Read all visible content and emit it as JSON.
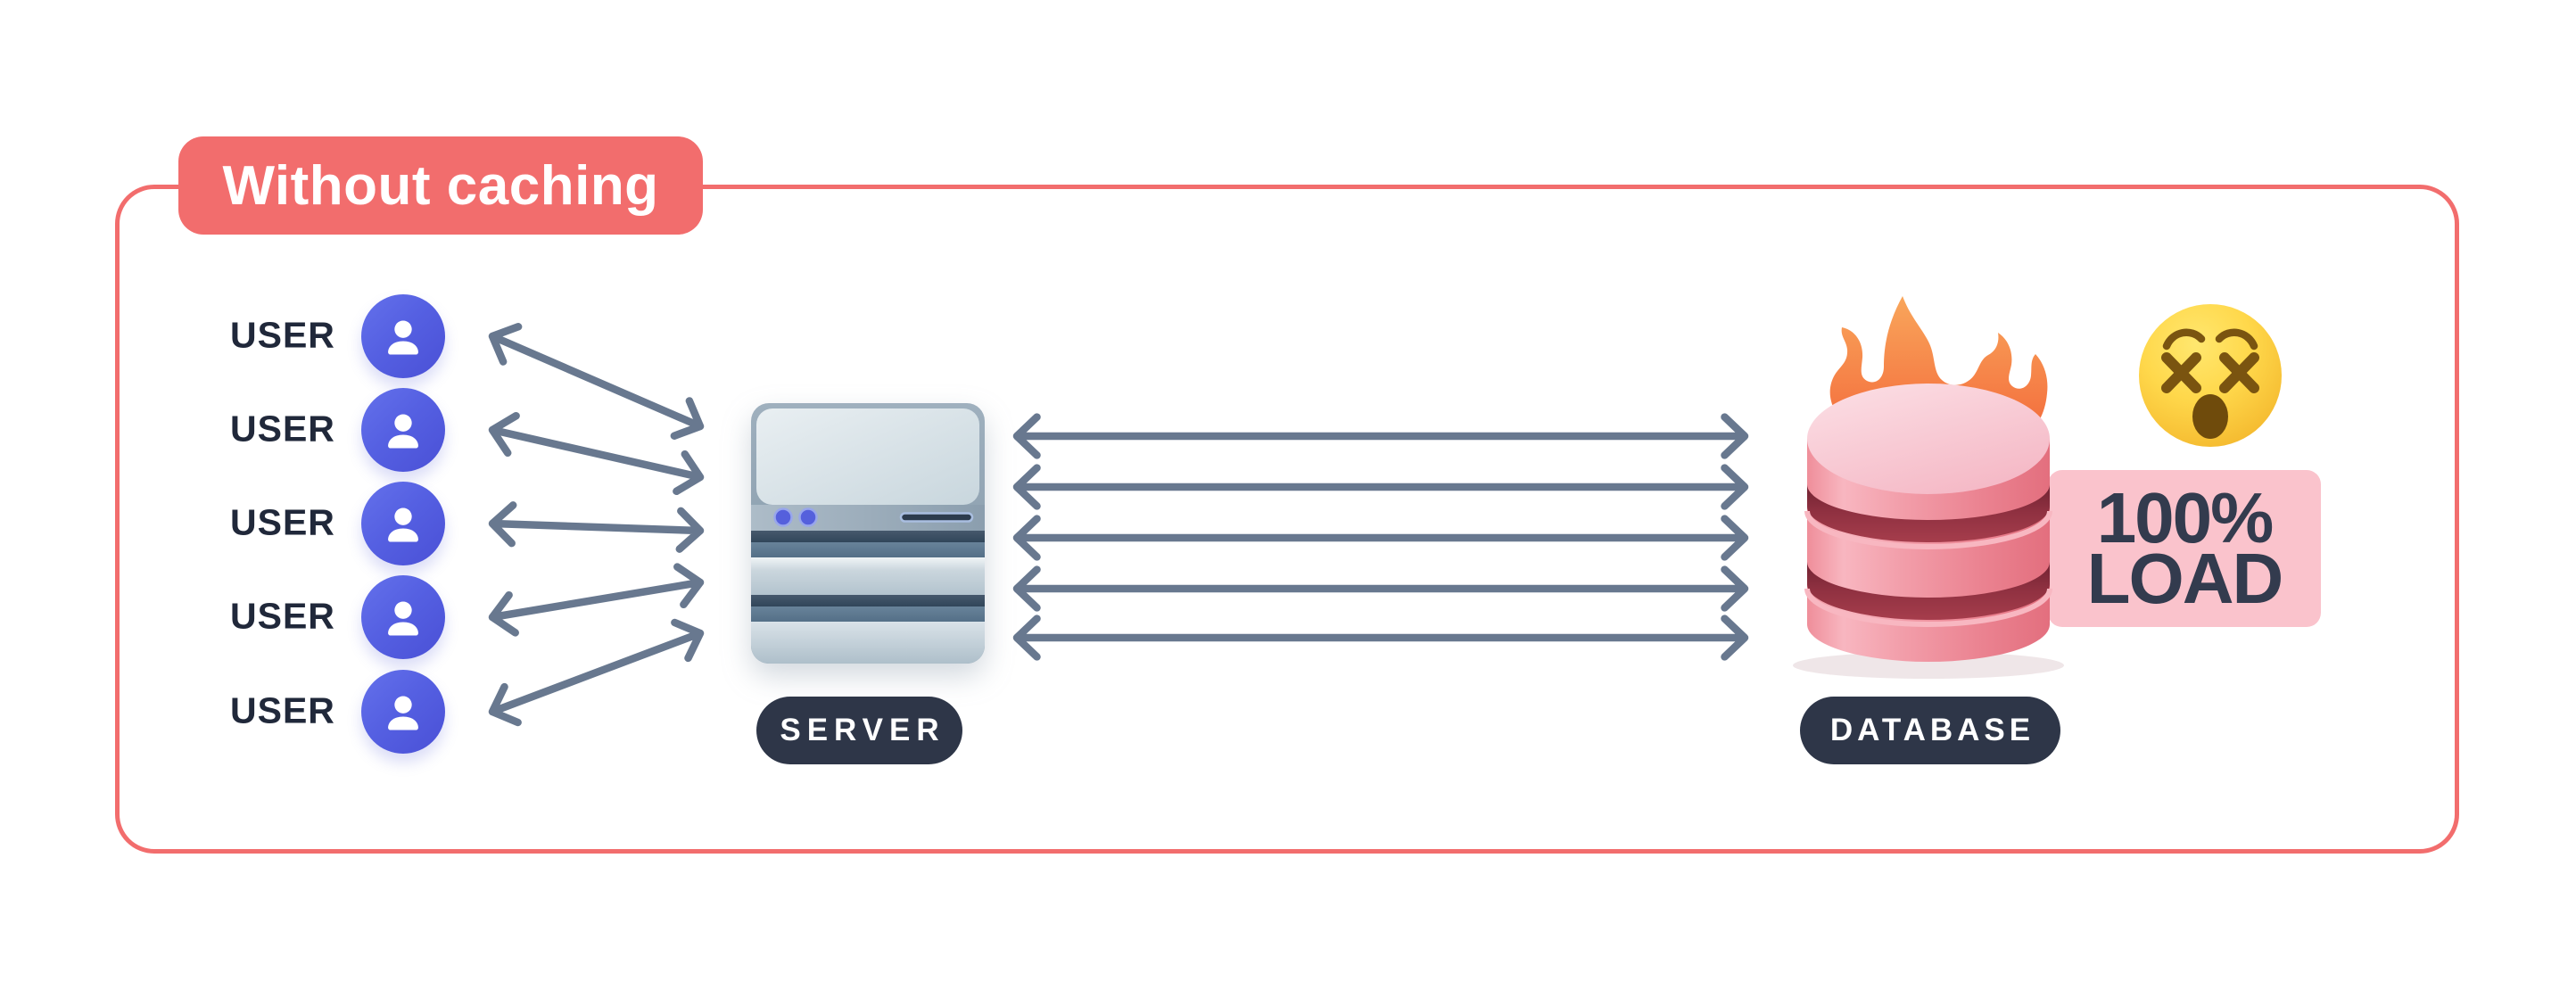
{
  "title": "Without caching",
  "users": [
    {
      "label": "USER"
    },
    {
      "label": "USER"
    },
    {
      "label": "USER"
    },
    {
      "label": "USER"
    },
    {
      "label": "USER"
    }
  ],
  "server": {
    "label": "SERVER"
  },
  "database": {
    "label": "DATABASE",
    "status_emoji": "dizzy-face",
    "on_fire": true,
    "load_badge": {
      "percent": "100%",
      "word": "LOAD"
    }
  },
  "connections": {
    "user_server_arrows": 5,
    "server_database_arrows": 5,
    "arrow_style": "double-headed"
  },
  "colors": {
    "accent_red": "#F26D6D",
    "dark_navy": "#2E3648",
    "arrow_slate": "#68788F",
    "badge_pink": "#FAC3CC",
    "avatar_indigo": "#5560E2",
    "database_pink": "#EE8793",
    "fire_orange": "#F4763F",
    "emoji_yellow": "#FFD84B"
  }
}
